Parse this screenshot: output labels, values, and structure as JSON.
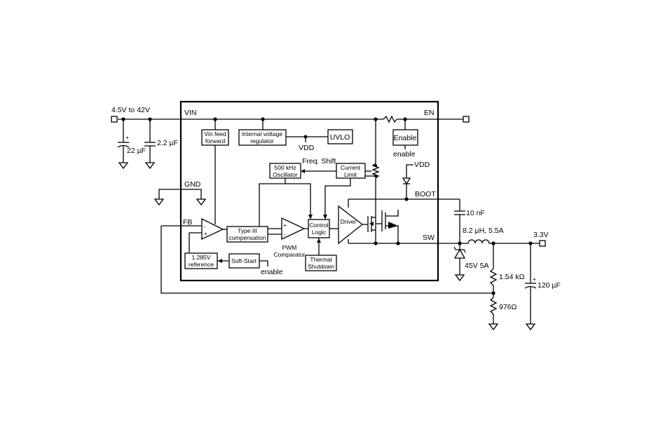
{
  "inputs": {
    "vin_range": "4.5V to 42V",
    "output_voltage": "3.3V"
  },
  "pins": {
    "vin": "VIN",
    "en": "EN",
    "gnd": "GND",
    "fb": "FB",
    "boot": "BOOT",
    "sw": "SW",
    "vdd_top": "VDD",
    "vdd_uvlo": "VDD"
  },
  "blocks": {
    "vin_feed_forward": [
      "Vin feed",
      "forward"
    ],
    "internal_regulator": [
      "Internal voltage",
      "regulator"
    ],
    "uvlo": "UVLO",
    "enable": "Enable",
    "oscillator": [
      "500 kHz",
      "Oscillator"
    ],
    "current_limit": [
      "Current",
      "Limit"
    ],
    "type3_comp": [
      "Type III",
      "compensation"
    ],
    "control_logic": [
      "Control",
      "Logic"
    ],
    "driver": "Driver",
    "reference": [
      "1.285V",
      "reference"
    ],
    "soft_start": "Soft-Start",
    "thermal_shutdown": [
      "Thermal",
      "Shutdown"
    ],
    "pwm_comparator": [
      "PWM",
      "Comparator"
    ]
  },
  "labels": {
    "enable_signal": "enable",
    "enable_signal_2": "enable",
    "freq_shift": "Freq. Shift",
    "plus": "+",
    "minus": "-"
  },
  "components": {
    "c_in_bulk": "22 µF",
    "c_in_ceramic": "2.2 µF",
    "c_boot": "10 nF",
    "inductor": "8.2 µH, 5.5A",
    "diode": "45V 5A",
    "r_top": "1.54 kΩ",
    "r_bottom": "976Ω",
    "c_out": "120 µF"
  }
}
